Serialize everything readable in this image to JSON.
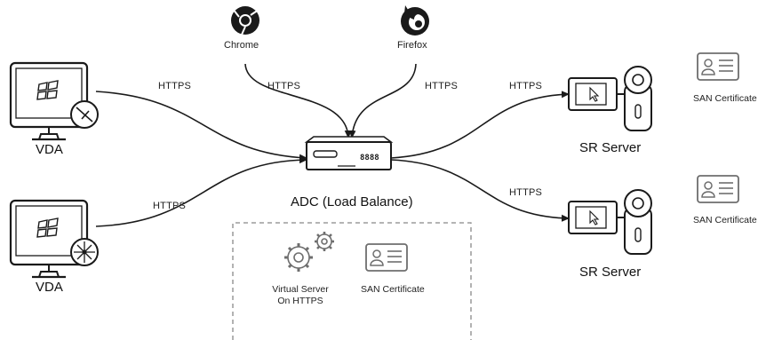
{
  "browsers": {
    "chrome": "Chrome",
    "firefox": "Firefox"
  },
  "protocol": {
    "label": "HTTPS"
  },
  "nodes": {
    "vda_top": "VDA",
    "vda_bottom": "VDA",
    "adc": "ADC (Load Balance)",
    "sr_top": "SR Server",
    "sr_bottom": "SR Server"
  },
  "certificates": {
    "label": "SAN Certificate"
  },
  "virtual_server": {
    "line1": "Virtual Server",
    "line2": "On HTTPS"
  },
  "device_display": "8888",
  "colors": {
    "stroke": "#1a1a1a",
    "icon_gray": "#6e6e6e",
    "dashed_border": "#888888"
  }
}
